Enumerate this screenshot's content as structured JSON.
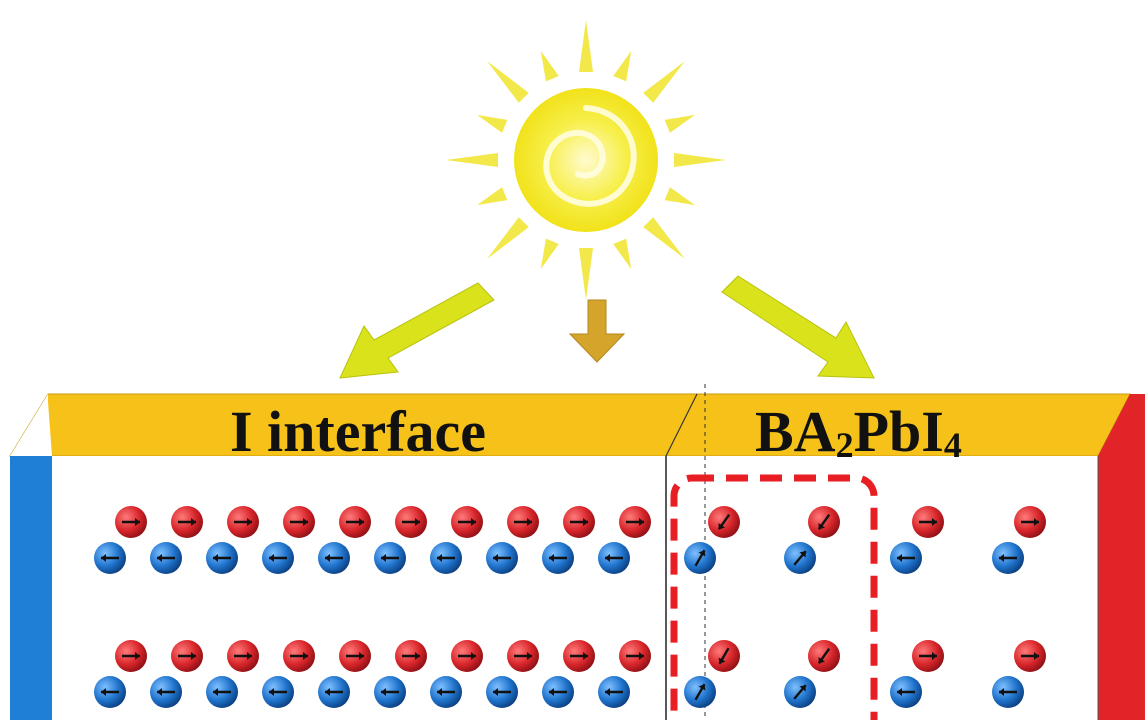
{
  "labels": {
    "left_region": "I interface",
    "right_region_base": "BA",
    "right_region_sub1": "2",
    "right_region_mid": "PbI",
    "right_region_sub2": "4"
  },
  "watermark": "",
  "colors": {
    "sun": "#f4ea1c",
    "sun_rays": "#f2e84a",
    "arrow_side": "#d9e21a",
    "arrow_center": "#d4a52a",
    "top_face": "#f6c21a",
    "front_face": "#ffffff",
    "left_edge": "#1f7fd6",
    "right_edge": "#e02428",
    "red_particle": "#d8262b",
    "blue_particle": "#1f73cc",
    "dashed_box": "#e81e25"
  },
  "particles": {
    "interface_rows": 2,
    "interface_red_per_row": 10,
    "interface_blue_per_row": 10,
    "interface_red_arrow": "right",
    "interface_blue_arrow": "left",
    "perovskite_red_per_row": 4,
    "perovskite_blue_per_row": 4
  }
}
